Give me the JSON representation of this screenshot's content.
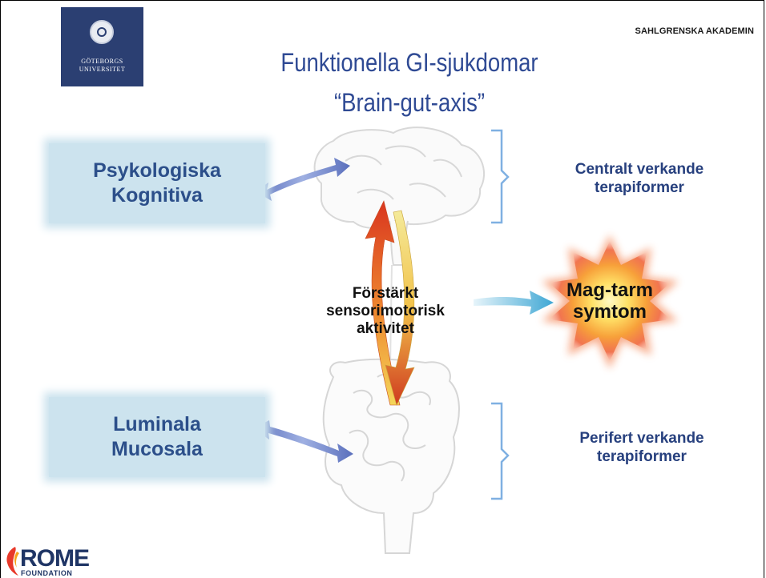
{
  "header": {
    "university_line1": "GÖTEBORGS",
    "university_line2": "UNIVERSITET",
    "organization": "SAHLGRENSKA AKADEMIN"
  },
  "title": "Funktionella GI-sjukdomar",
  "subtitle": "“Brain-gut-axis”",
  "factors": {
    "psychological": [
      "Psykologiska",
      "Kognitiva"
    ],
    "luminal": [
      "Luminala",
      "Mucosala"
    ]
  },
  "center": [
    "Förstärkt",
    "sensorimotorisk",
    "aktivitet"
  ],
  "symptom": [
    "Mag-tarm",
    "symtom"
  ],
  "therapies": {
    "central": [
      "Centralt verkande",
      "terapiformer"
    ],
    "peripheral": [
      "Perifert verkande",
      "terapiformer"
    ]
  },
  "footer": {
    "logo_text": "ROME",
    "logo_sub": "FOUNDATION"
  },
  "colors": {
    "title": "#2f4a94",
    "box_fill": "#cce3ee",
    "box_text": "#2c4f8a",
    "therapy_text": "#27407e",
    "bracket": "#6a9fdc",
    "arrow_blue": "#6d82c8",
    "arrow_up": "#e0502a",
    "arrow_down": "#efd35a",
    "starburst": "#f26a2e"
  }
}
